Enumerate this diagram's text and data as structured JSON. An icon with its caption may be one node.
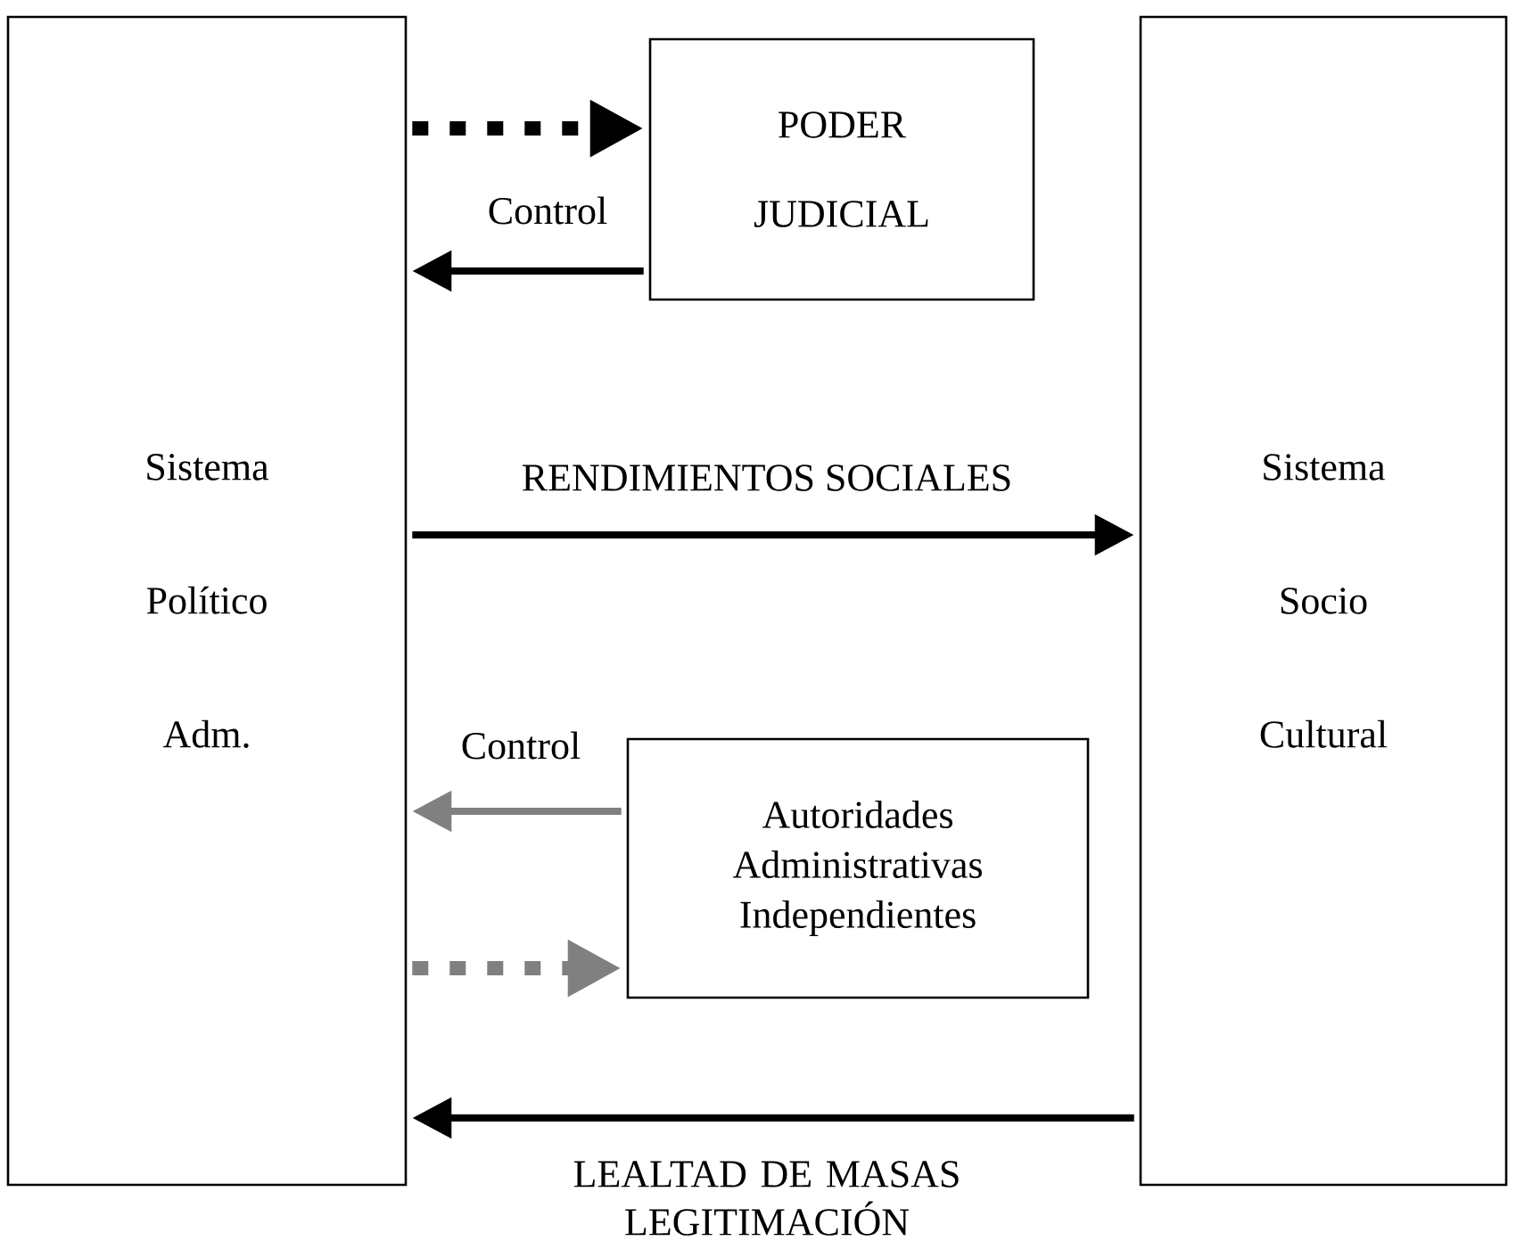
{
  "diagram": {
    "nodes": [
      {
        "text": [
          "Sistema Político Adm."
        ]
      },
      {
        "text": [
          "PODER JUDICIAL"
        ]
      },
      {
        "text": [
          "Autoridades Administrativas Independientes"
        ]
      },
      {
        "text": [
          "Sistema Socio Cultural"
        ]
      }
    ],
    "edges": [
      {
        "from": 0,
        "to": 1,
        "arrow": "to",
        "style": "dashed"
      },
      {
        "from": 1,
        "to": 0,
        "arrow": "to",
        "label": "Control"
      },
      {
        "from": 0,
        "to": 3,
        "arrow": "to",
        "label": "RENDIMIENTOS SOCIALES"
      },
      {
        "from": 2,
        "to": 0,
        "arrow": "to",
        "label": "Control",
        "color": "#808080"
      },
      {
        "from": 0,
        "to": 2,
        "arrow": "to",
        "style": "dashed",
        "color": "#808080"
      },
      {
        "from": 3,
        "to": 0,
        "arrow": "to",
        "label": "LEALTAD DE MASAS LEGITIMACIÓN"
      }
    ]
  }
}
